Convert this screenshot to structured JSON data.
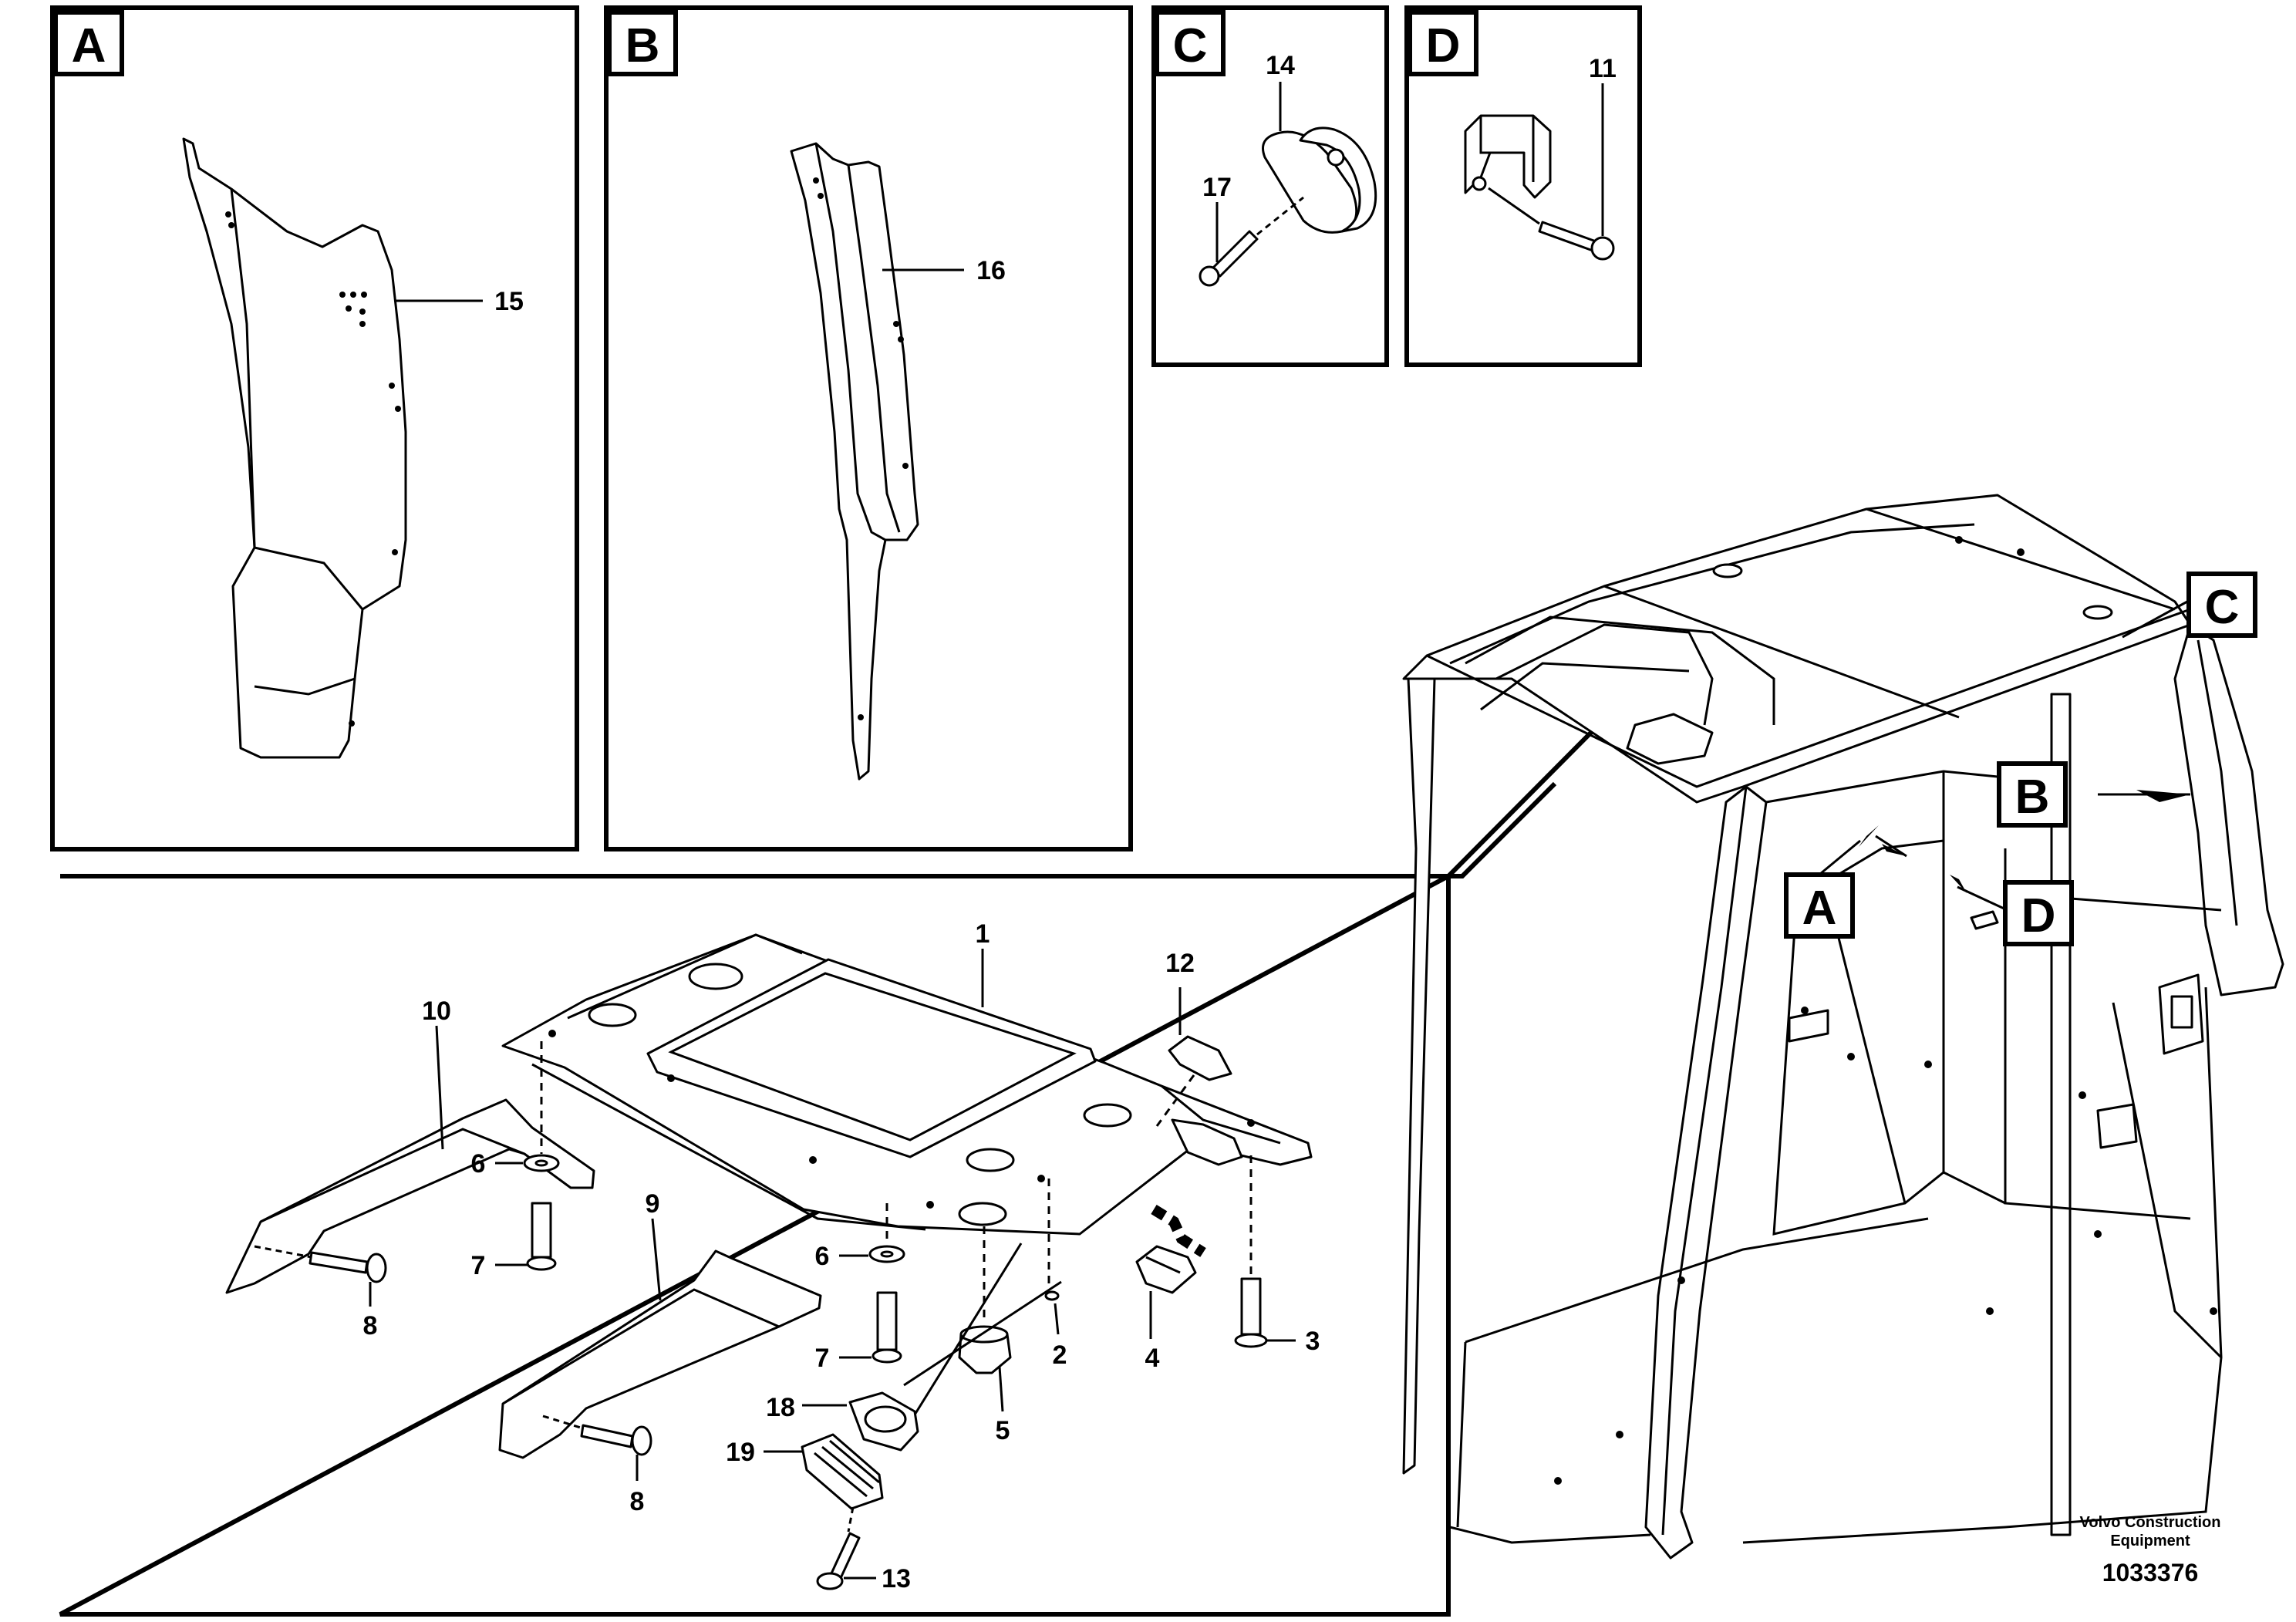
{
  "detail_frames": [
    {
      "letter": "A"
    },
    {
      "letter": "B"
    },
    {
      "letter": "C"
    },
    {
      "letter": "D"
    }
  ],
  "cab_markers": [
    {
      "letter": "C"
    },
    {
      "letter": "B"
    },
    {
      "letter": "A"
    },
    {
      "letter": "D"
    }
  ],
  "callouts": {
    "p1": "1",
    "p2": "2",
    "p3": "3",
    "p4": "4",
    "p5": "5",
    "p6a": "6",
    "p6b": "6",
    "p7a": "7",
    "p7b": "7",
    "p8a": "8",
    "p8b": "8",
    "p9": "9",
    "p10": "10",
    "p11": "11",
    "p12": "12",
    "p13": "13",
    "p14": "14",
    "p15": "15",
    "p16": "16",
    "p17": "17",
    "p18": "18",
    "p19": "19"
  },
  "footer": {
    "company_line1": "Volvo Construction",
    "company_line2": "Equipment",
    "drawing_number": "1033376"
  }
}
